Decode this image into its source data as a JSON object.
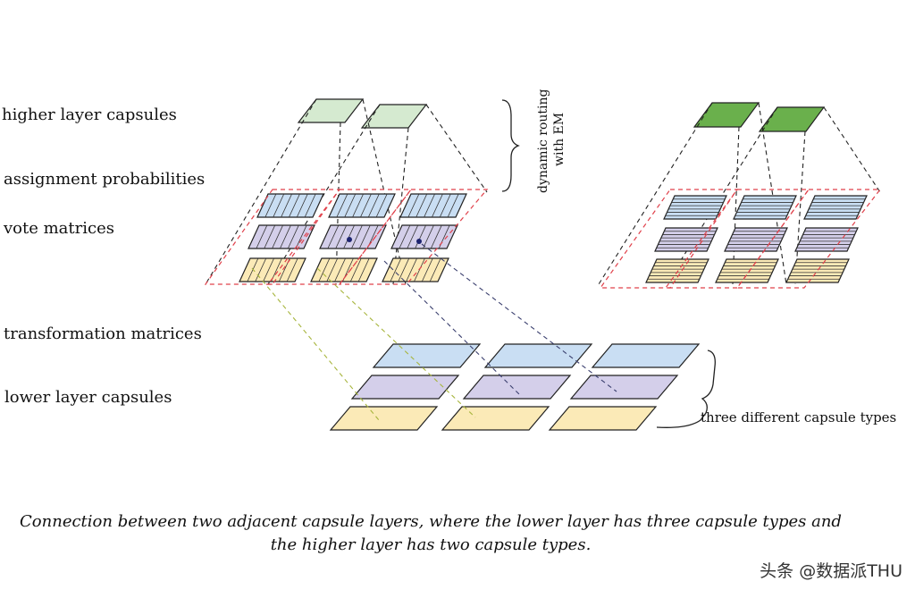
{
  "labels": {
    "higher_layer_capsules": "higher layer capsules",
    "assignment_probabilities": "assignment probabilities",
    "vote_matrices": "vote matrices",
    "transformation_matrices": "transformation matrices",
    "lower_layer_capsules": "lower layer capsules"
  },
  "routing_note": {
    "line1": "dynamic routing",
    "line2": "with EM"
  },
  "capsule_types_note": "three different capsule types",
  "caption": {
    "line1": "Connection between two adjacent capsule layers, where the lower layer has three capsule types and",
    "line2": "the higher layer has two capsule types."
  },
  "watermark": "头条 @数据派THU",
  "colors": {
    "green_light": "#d5ead0",
    "green_dark": "#6ab04c",
    "blue": "#c9def3",
    "purple": "#d4cfea",
    "yellow": "#fbeab7",
    "dash_red": "#e0404a",
    "dash_green": "#a7b53d",
    "dash_navy": "#3a3f6e"
  }
}
